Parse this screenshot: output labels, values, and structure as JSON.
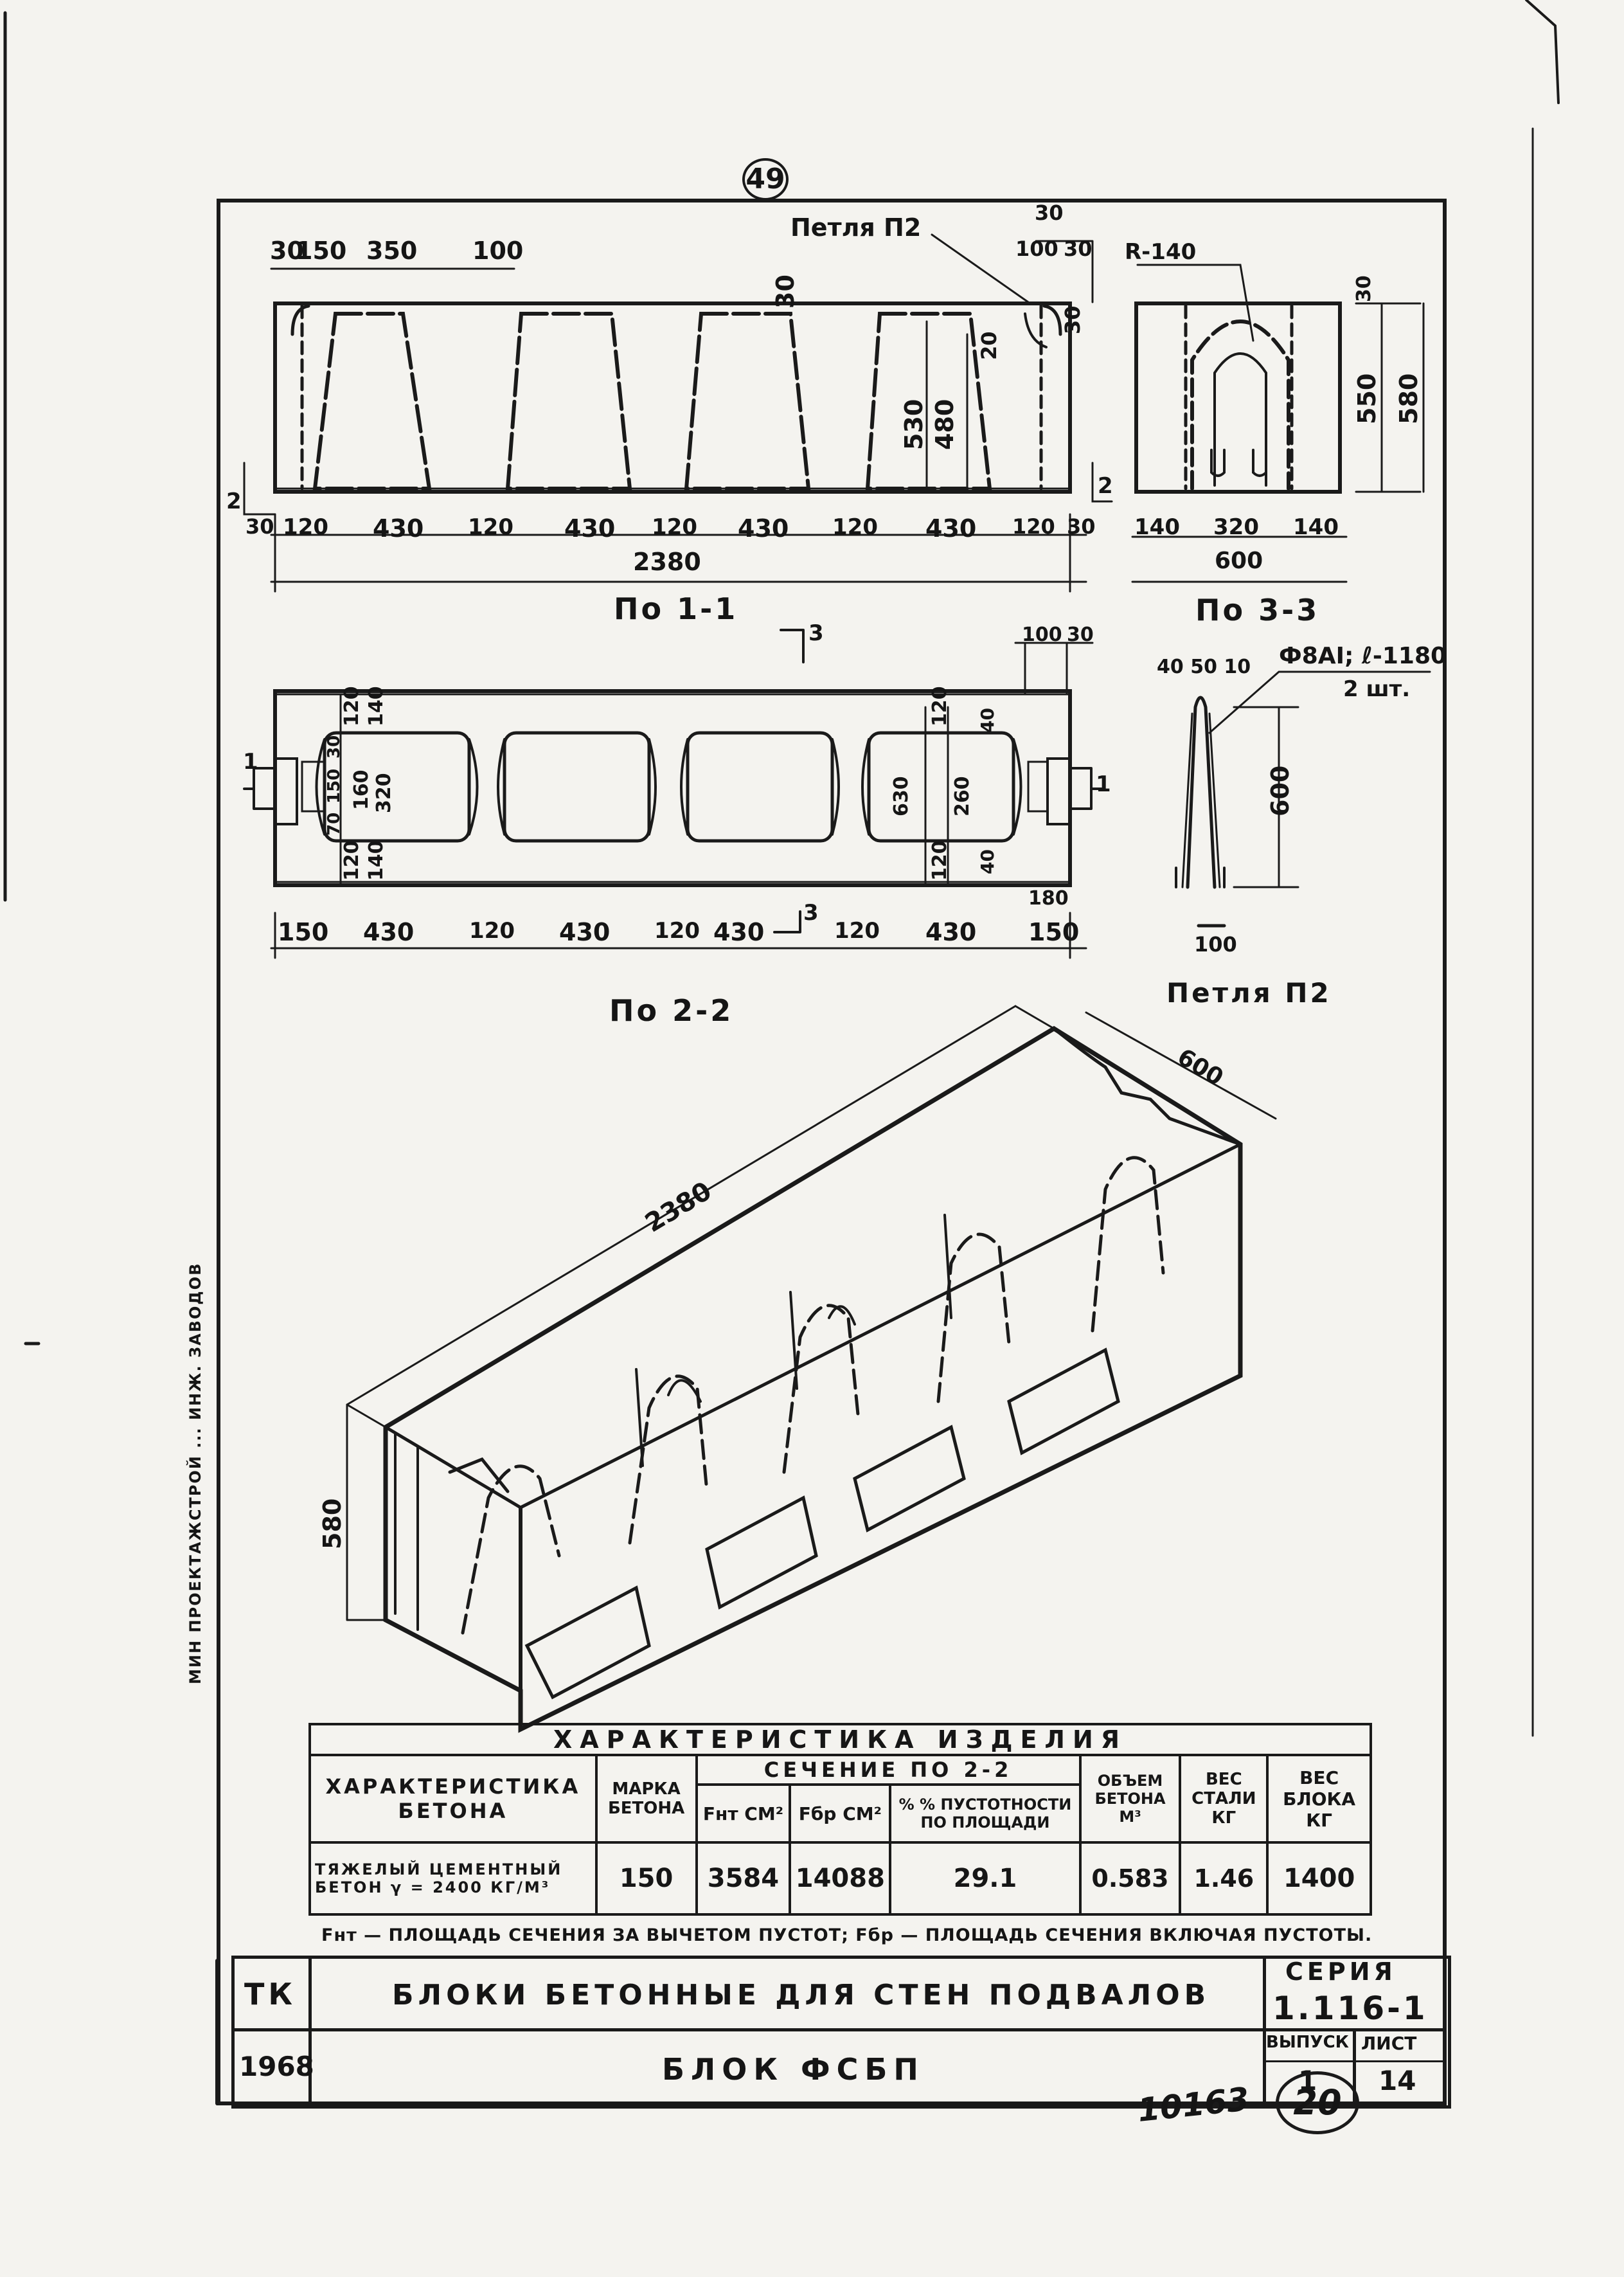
{
  "page_number": "49",
  "section_1_1": {
    "caption": "По 1-1",
    "loop_label": "Петля П2",
    "top_dims": [
      "30",
      "150",
      "350",
      "100",
      "30",
      "100",
      "30"
    ],
    "bottom_dims": [
      "30",
      "120",
      "430",
      "120",
      "430",
      "120",
      "430",
      "120",
      "430",
      "120",
      "30"
    ],
    "overall": "2380",
    "height_dims": [
      "530",
      "480",
      "30",
      "20",
      "30"
    ],
    "marker": "2"
  },
  "section_3_3": {
    "caption": "По 3-3",
    "radius": "R-140",
    "bottom_dims": [
      "140",
      "320",
      "140"
    ],
    "width": "600",
    "height_dims": [
      "550",
      "580",
      "30"
    ]
  },
  "section_2_2": {
    "caption": "По 2-2",
    "bottom_dims": [
      "150",
      "430",
      "120",
      "430",
      "120",
      "430",
      "120",
      "430",
      "150"
    ],
    "top_right_dims": [
      "100",
      "30"
    ],
    "left_dims": [
      "120",
      "140",
      "160",
      "320",
      "120",
      "140",
      "70",
      "150",
      "30"
    ],
    "right_dims": [
      "120",
      "40",
      "630",
      "260",
      "120",
      "40",
      "180"
    ],
    "marker_1": "1",
    "marker_3": "3"
  },
  "loop_p2": {
    "caption": "Петля П2",
    "dims_top": "40 50 10",
    "spec": "Ф8АI; ℓ-1180",
    "qty": "2 шт.",
    "height": "600",
    "base": "100"
  },
  "iso_view": {
    "length": "2380",
    "width": "600",
    "height": "580"
  },
  "spec_table": {
    "title": "ХАРАКТЕРИСТИКА ИЗДЕЛИЯ",
    "section_header": "СЕЧЕНИЕ ПО 2-2",
    "headers": {
      "concrete": "ХАРАКТЕРИСТИКА БЕТОНА",
      "grade": "МАРКА БЕТОНА",
      "fnt": "Fнт СМ²",
      "fbr": "Fбр СМ²",
      "void": "% % ПУСТОТНОСТИ ПО ПЛОЩАДИ",
      "volume": "ОБЪЕМ БЕТОНА М³",
      "steel": "ВЕС СТАЛИ КГ",
      "weight": "ВЕС БЛОКА КГ"
    },
    "row": {
      "concrete": "ТЯЖЕЛЫЙ ЦЕМЕНТНЫЙ БЕТОН γ = 2400 КГ/М³",
      "grade": "150",
      "fnt": "3584",
      "fbr": "14088",
      "void": "29.1",
      "volume": "0.583",
      "steel": "1.46",
      "weight": "1400"
    },
    "footnote": "Fнт — ПЛОЩАДЬ СЕЧЕНИЯ ЗА ВЫЧЕТОМ ПУСТОТ; Fбр — ПЛОЩАДЬ СЕЧЕНИЯ ВКЛЮЧАЯ ПУСТОТЫ."
  },
  "title_block": {
    "org": "ТК",
    "year": "1968",
    "title": "БЛОКИ БЕТОННЫЕ ДЛЯ СТЕН ПОДВАЛОВ",
    "subtitle": "БЛОК ФСБП",
    "series_label": "СЕРИЯ",
    "series_value": "1.116-1",
    "issue_label": "ВЫПУСК",
    "issue_value": "1",
    "sheet_label": "ЛИСТ",
    "sheet_value": "14"
  },
  "side_stamp": "МИН ПРОЕКТАЖСТРОЙ ... ИНЖ. ЗАВОДОВ",
  "archive_number": "10163",
  "circled_number": "20"
}
